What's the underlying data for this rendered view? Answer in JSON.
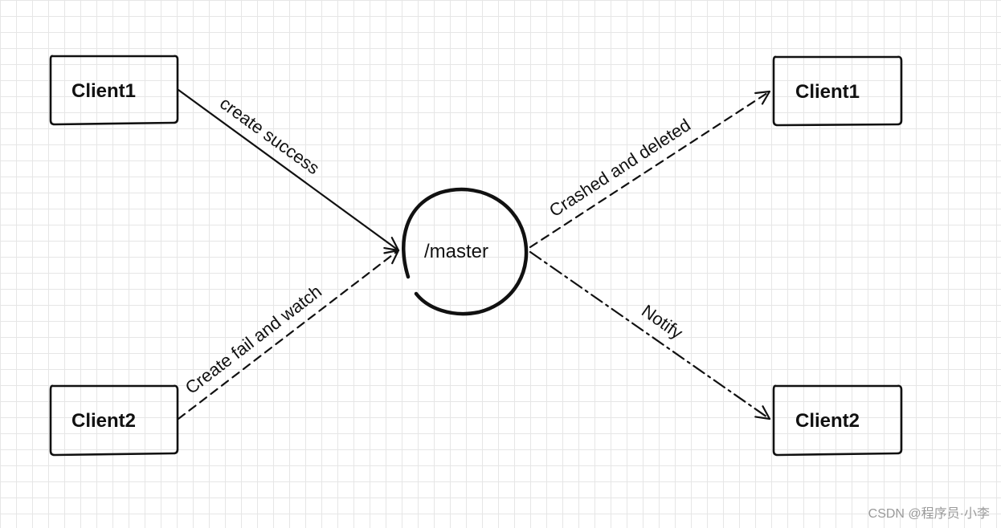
{
  "nodes": {
    "client1_left": "Client1",
    "client2_left": "Client2",
    "master": "/master",
    "client1_right": "Client1",
    "client2_right": "Client2"
  },
  "edges": {
    "create_success": "create success",
    "create_fail_and_watch": "Create fail and watch",
    "crashed_and_deleted": "Crashed and deleted",
    "notify": "Notify"
  },
  "watermark": "CSDN @程序员·小李",
  "colors": {
    "ink": "#111111",
    "grid": "#e6e6e6",
    "watermark": "#9a9a9a"
  }
}
